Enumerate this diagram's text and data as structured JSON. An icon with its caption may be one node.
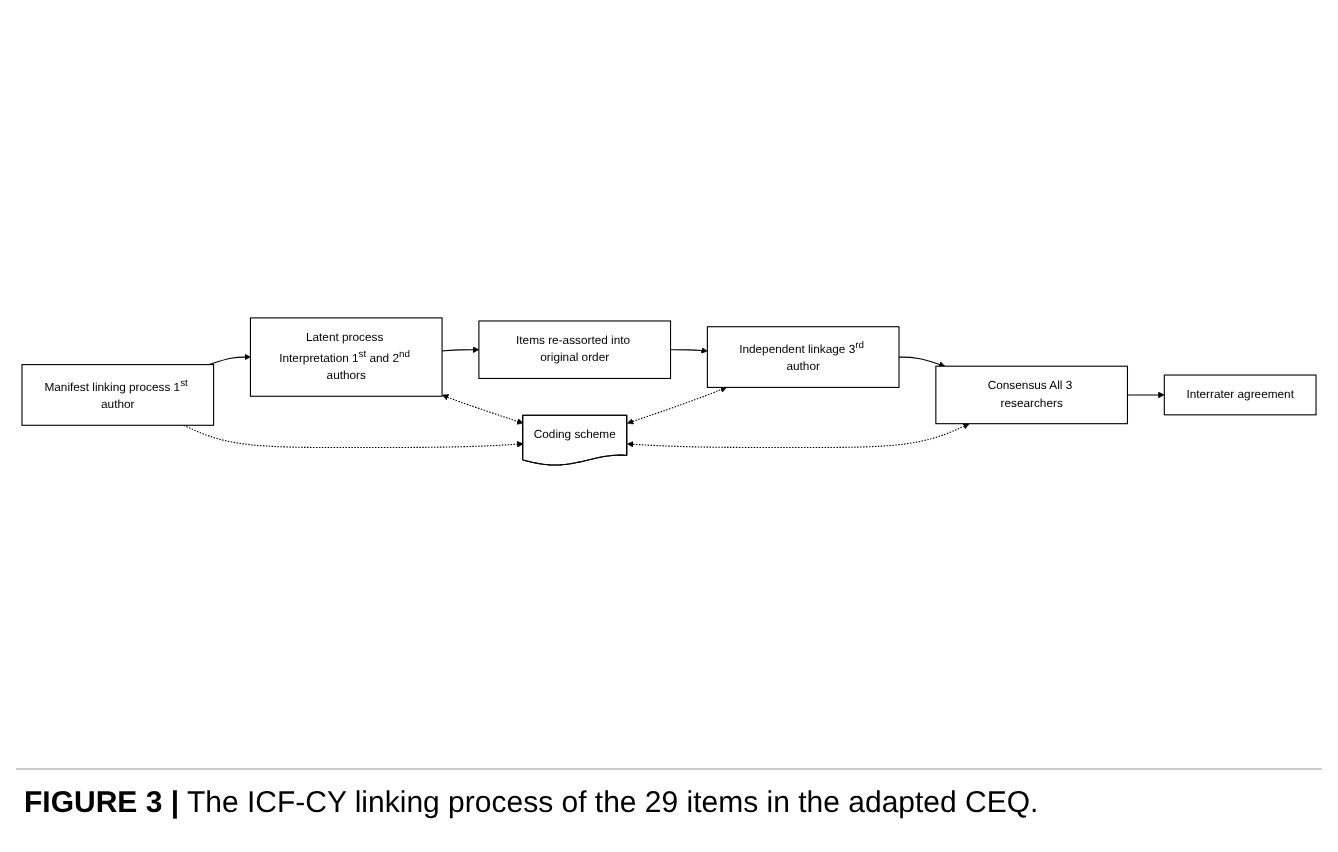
{
  "diagram": {
    "caption": "**FIGURE 3 |** The ICF-CY linking process of the 29 items in the adapted CEQ.",
    "nodes": [
      {
        "text": [
          "Manifest linking process 1$^{st}$ author"
        ]
      },
      {
        "text": [
          "Latent process Interpretation 1$^{st}$ and 2$^{nd}$ authors"
        ]
      },
      {
        "text": [
          "Items re-assorted into original order"
        ]
      },
      {
        "text": [
          "Coding scheme"
        ]
      },
      {
        "text": [
          "Independent linkage 3$^{rd}$ author"
        ]
      },
      {
        "text": [
          "Consensus All 3 researchers"
        ]
      },
      {
        "text": [
          "Interrater agreement"
        ]
      }
    ],
    "edges": [
      {
        "from": 0,
        "to": 1,
        "arrow": "to"
      },
      {
        "from": 1,
        "to": 2,
        "arrow": "to"
      },
      {
        "from": 1,
        "to": 3,
        "arrow": "both",
        "style": "dashed"
      },
      {
        "from": 0,
        "to": 3,
        "arrow": "to",
        "style": "dashed"
      },
      {
        "from": 2,
        "to": 4,
        "arrow": "to"
      },
      {
        "from": 3,
        "to": 4,
        "arrow": "both",
        "style": "dashed"
      },
      {
        "from": 3,
        "to": 5,
        "arrow": "both",
        "style": "dashed"
      },
      {
        "from": 4,
        "to": 5,
        "arrow": "to"
      },
      {
        "from": 5,
        "to": 6,
        "arrow": "to"
      }
    ]
  }
}
